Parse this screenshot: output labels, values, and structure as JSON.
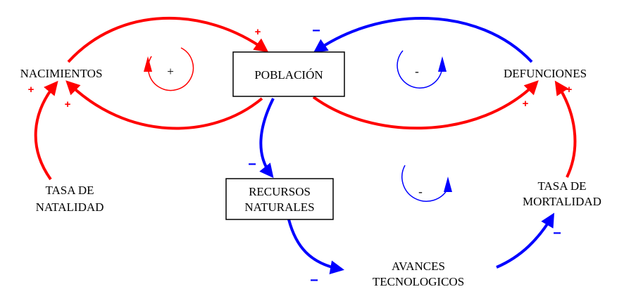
{
  "nodes": {
    "nacimientos": "NACIMIENTOS",
    "poblacion": "POBLACIÓN",
    "defunciones": "DEFUNCIONES",
    "tasa_natalidad": [
      "TASA DE",
      "NATALIDAD"
    ],
    "recursos_naturales": [
      "RECURSOS",
      "NATURALES"
    ],
    "avances_tecnologicos": [
      "AVANCES",
      "TECNOLOGICOS"
    ],
    "tasa_mortalidad": [
      "TASA DE",
      "MORTALIDAD"
    ]
  },
  "link_signs": {
    "nacimientos_to_poblacion": "+",
    "poblacion_to_nacimientos": "+",
    "natalidad_to_nacimientos": "+",
    "defunciones_to_poblacion": "−",
    "poblacion_to_defunciones": "+",
    "mortalidad_to_defunciones": "+",
    "poblacion_to_recursos": "−",
    "recursos_to_avances": "−",
    "avances_to_mortalidad": "−"
  },
  "loops": {
    "natalidad_loop": "+",
    "mortalidad_loop": "-",
    "recursos_loop": "-"
  },
  "colors": {
    "positive_link": "#ff0000",
    "negative_link": "#0000ff",
    "text": "#000000"
  }
}
